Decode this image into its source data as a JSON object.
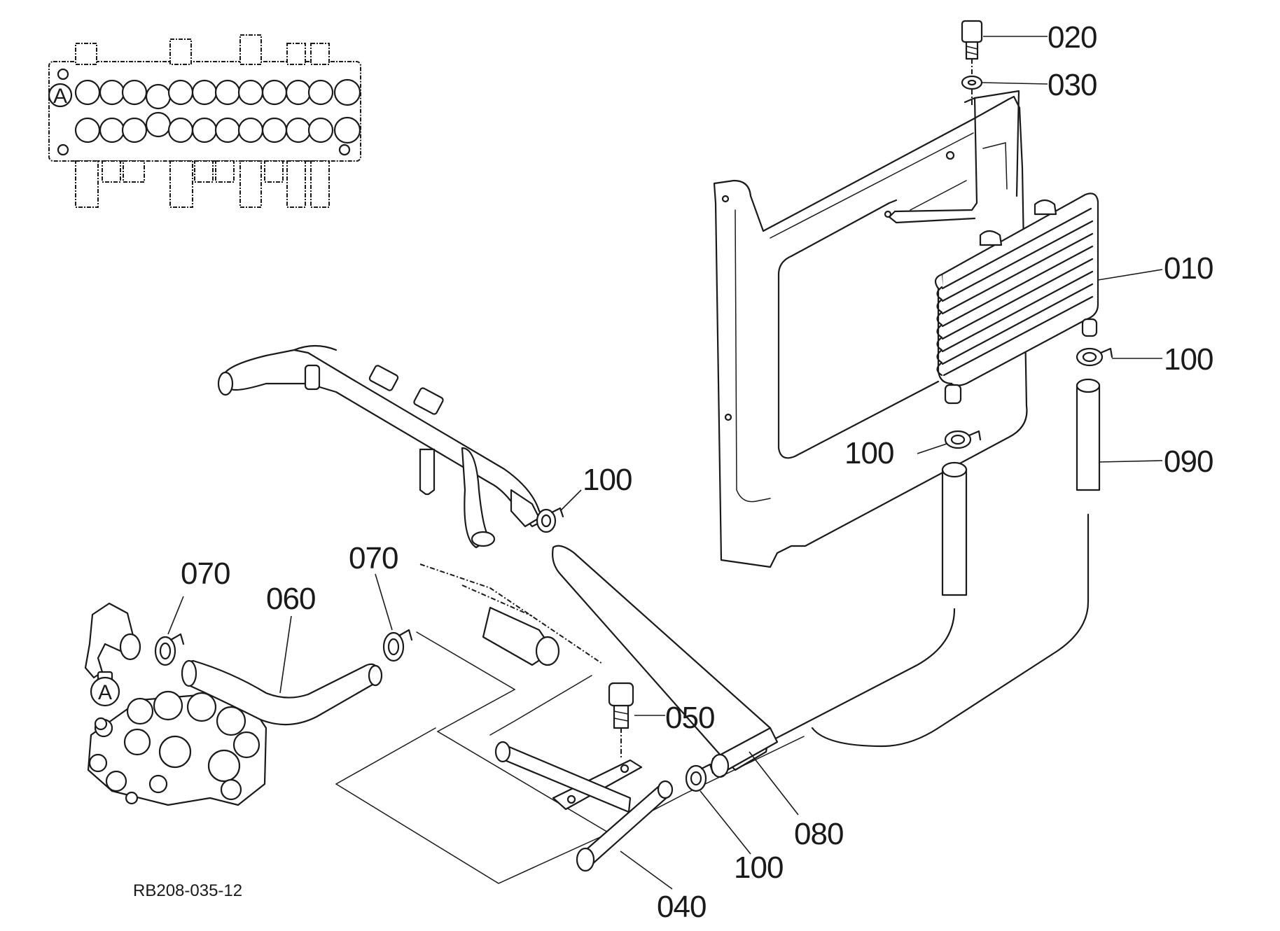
{
  "drawing_code": "RB208-035-12",
  "detail_marker": "A",
  "callouts": {
    "c010": "010",
    "c020": "020",
    "c030": "030",
    "c040": "040",
    "c050": "050",
    "c060": "060",
    "c070_left": "070",
    "c070_right": "070",
    "c080": "080",
    "c090": "090",
    "c100_radiator_right": "100",
    "c100_radiator_left": "100",
    "c100_pipe": "100",
    "c100_bottom": "100"
  }
}
